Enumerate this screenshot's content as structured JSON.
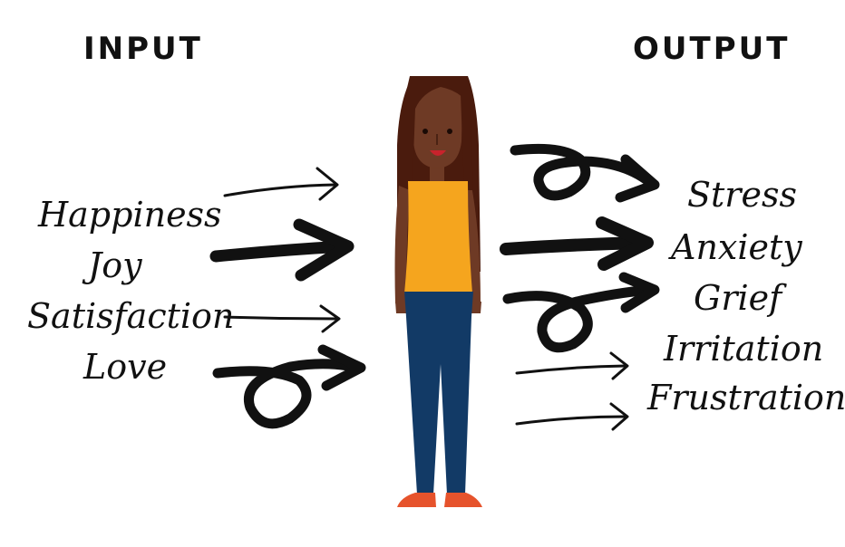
{
  "headings": {
    "input": "INPUT",
    "output": "OUTPUT"
  },
  "input_words": [
    "Happiness",
    "Joy",
    "Satisfaction",
    "Love"
  ],
  "output_words": [
    "Stress",
    "Anxiety",
    "Grief",
    "Irritation",
    "Frustration"
  ],
  "colors": {
    "text": "#111111",
    "skin": "#6e3a25",
    "hair": "#4a1b0d",
    "top": "#f5a51e",
    "pants": "#123a66",
    "shoes": "#e6532c",
    "mouth": "#c8232c"
  }
}
